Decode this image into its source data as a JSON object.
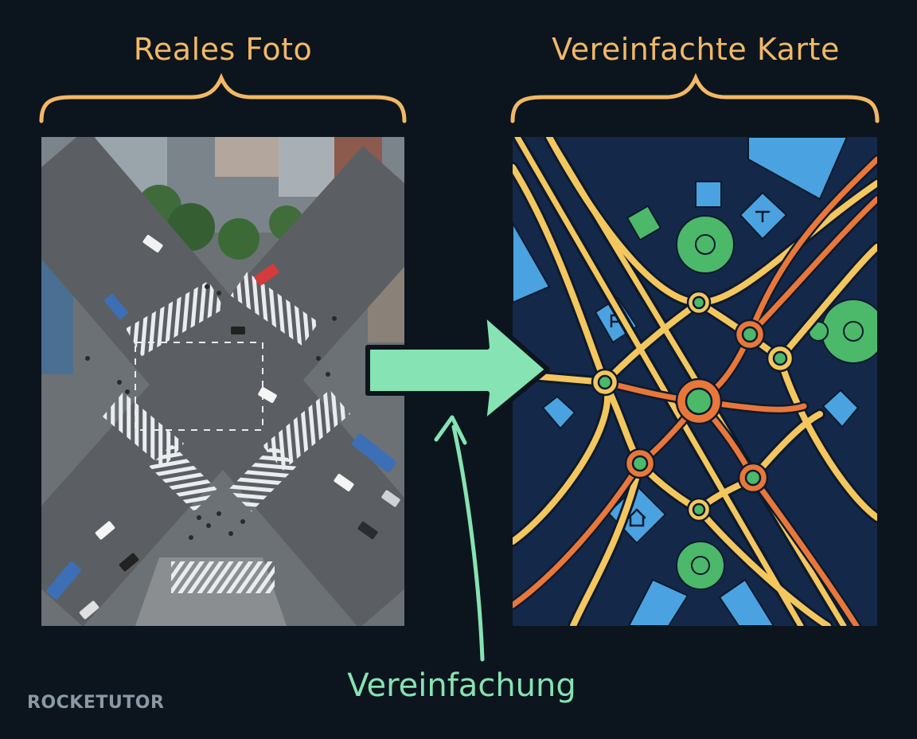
{
  "labels": {
    "photo_title": "Reales Foto",
    "map_title": "Vereinfachte Karte",
    "simplification": "Vereinfachung"
  },
  "branding": {
    "logo_text": "ROCKETUTOR"
  },
  "colors": {
    "background": "#0c151d",
    "title": "#f2b866",
    "arrow": "#86e3b3",
    "map_bg": "#14284a",
    "road_yellow": "#f4c65e",
    "road_orange": "#e9773a",
    "park_green": "#4cb86a",
    "building_blue": "#4aa3e0"
  }
}
